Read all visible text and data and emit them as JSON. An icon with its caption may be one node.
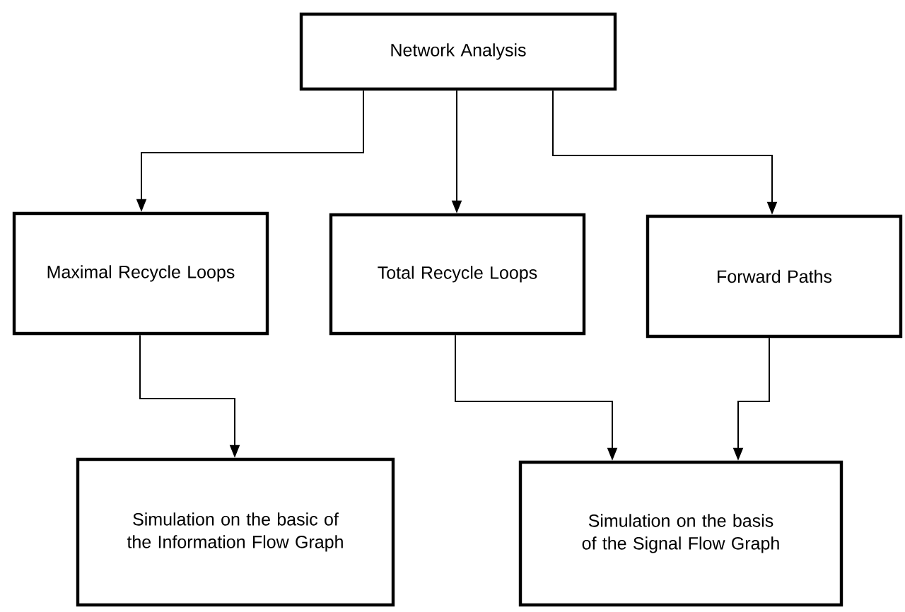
{
  "diagram": {
    "nodes": [
      {
        "text": [
          "Network Analysis"
        ]
      },
      {
        "text": [
          "Maximal Recycle Loops"
        ]
      },
      {
        "text": [
          "Total Recycle Loops"
        ]
      },
      {
        "text": [
          "Forward Paths"
        ]
      },
      {
        "text": [
          "Simulation on the basic of the Information Flow Graph"
        ]
      },
      {
        "text": [
          "Simulation on the basis of the Signal Flow Graph"
        ]
      }
    ],
    "edges": [
      {
        "from": 0,
        "to": 1,
        "arrow": "to"
      },
      {
        "from": 0,
        "to": 2,
        "arrow": "to"
      },
      {
        "from": 0,
        "to": 3,
        "arrow": "to"
      },
      {
        "from": 1,
        "to": 4,
        "arrow": "to"
      },
      {
        "from": 2,
        "to": 5,
        "arrow": "to"
      },
      {
        "from": 3,
        "to": 5,
        "arrow": "to"
      }
    ]
  }
}
